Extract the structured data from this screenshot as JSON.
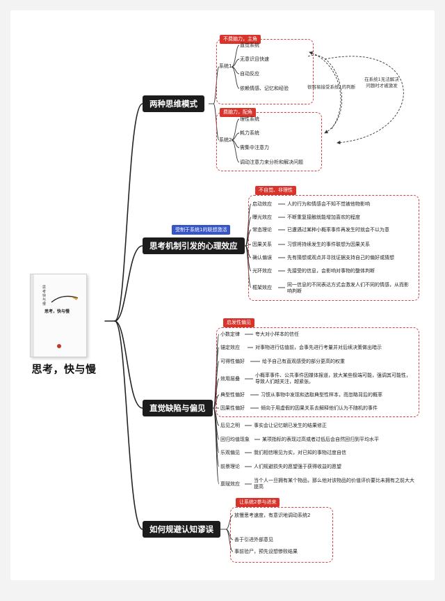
{
  "book": {
    "title": "思考，快与慢",
    "cover_title": "思考，快与慢",
    "cover_vertical": "思考快与慢"
  },
  "branches": [
    {
      "title": "两种思维模式",
      "groups": [
        {
          "tag": "不费脑力，主角",
          "label": "系统1",
          "items": [
            "直觉系统",
            "无意识且快速",
            "自动反应",
            "依赖情感、记忆和经验"
          ]
        },
        {
          "tag": "费脑力，配角",
          "label": "系统2",
          "items": [
            "理性系统",
            "耗力系统",
            "需集中注意力",
            "调动注意力来分析和解决问题"
          ]
        }
      ],
      "notes": [
        "很容易接受系统1的判断",
        "在系统1无法解决问题时才被激发"
      ]
    },
    {
      "title": "思考机制引发的心理效应",
      "tag_blue": "受制于系统1的联想激活",
      "tag": "不自觉、非理性",
      "items": [
        {
          "name": "启动效应",
          "desc": "人的行为和情感会不知不觉被他物影响"
        },
        {
          "name": "曝光效应",
          "desc": "不断重复接触就能增加喜欢的程度"
        },
        {
          "name": "常态理论",
          "desc": "已遭遇过某种小概率事件再发生时就会不以为意"
        },
        {
          "name": "因果关系",
          "desc": "习惯将持续发生的事件联想为因果关系"
        },
        {
          "name": "确认偏误",
          "desc": "先有猜想或观点并寻找证据支持自己的偏好或猜想"
        },
        {
          "name": "光环效应",
          "desc": "先接受的信息，会影响对事物的整体判断"
        },
        {
          "name": "框架效应",
          "desc": "同一信息的不同表达方式会激发人们不同的情感，从而影响判断"
        }
      ]
    },
    {
      "title": "直觉缺陷与偏见",
      "tag": "启发性偏见",
      "boxed_items": [
        {
          "name": "小数定律",
          "desc": "夸大对小样本的信任"
        },
        {
          "name": "锚定效应",
          "desc": "对事物进行估值前，会事先进行考量并对后续决策做出暗示"
        },
        {
          "name": "可得性偏好",
          "desc": "给予自己有直观感受的部分更高的权重"
        },
        {
          "name": "效用层叠",
          "desc": "小概率事件、公共事件因媒体报道，放大某些极端可能，强调其可能性，导致人们越关注，越紧张。"
        },
        {
          "name": "典型性偏好",
          "desc": "习惯从事物中发现和选取典型性样本，而忽略背后的概率"
        },
        {
          "name": "因果性偏好",
          "desc": "倾向于用虚假的因果关系去解释他们认为不随机的事件"
        }
      ],
      "items": [
        {
          "name": "后见之明",
          "desc": "事实会让记忆朝已发生的结果修正"
        },
        {
          "name": "回归均值现象",
          "desc": "某项指标的表现过高或者过低后会自然回归到平均水平"
        },
        {
          "name": "乐观偏见",
          "desc": "我们相信眼见为实，对已知的事物过度自信"
        },
        {
          "name": "前景理论",
          "desc": "人们规避损失的愿望强于获得收益的愿望"
        },
        {
          "name": "禀赋效应",
          "desc": "当个人一旦拥有某个物品，那么他对该物品的价值评价要比未拥有之前大大提高"
        }
      ]
    },
    {
      "title": "如何规避认知谬误",
      "tag": "让系统2参与进来",
      "items": [
        "放慢思考速度，有意识地调动系统2",
        "善于引进外部意见",
        "事前验尸，预先设想惨败结果"
      ]
    }
  ],
  "colors": {
    "branch_bg": "#1c1c1c",
    "accent_red": "#d8342c",
    "accent_blue": "#3656c8",
    "dash_red": "#d84040",
    "line": "#222222"
  }
}
